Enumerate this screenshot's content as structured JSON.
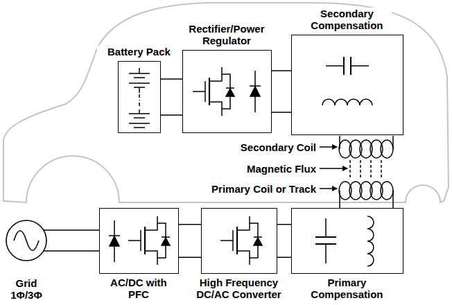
{
  "diagram": {
    "nodes": [
      {
        "text": [
          "Battery Pack"
        ]
      },
      {
        "text": [
          "Rectifier/Power Regulator"
        ]
      },
      {
        "text": [
          "Secondary Compensation"
        ]
      },
      {
        "text": [
          "Grid 1Φ/3Φ"
        ]
      },
      {
        "text": [
          "AC/DC with PFC"
        ]
      },
      {
        "text": [
          "High Frequency DC/AC Converter"
        ]
      },
      {
        "text": [
          "Primary Compensation"
        ]
      }
    ],
    "edges": [
      {
        "from": 0,
        "to": 1,
        "arrow": "none"
      },
      {
        "from": 1,
        "to": 2,
        "arrow": "none"
      },
      {
        "from": 3,
        "to": 4,
        "arrow": "none"
      },
      {
        "from": 4,
        "to": 5,
        "arrow": "none"
      },
      {
        "from": 5,
        "to": 6,
        "arrow": "none"
      }
    ],
    "labels": [
      "Secondary Coil",
      "Magnetic Flux",
      "Primary Coil or Track"
    ]
  }
}
